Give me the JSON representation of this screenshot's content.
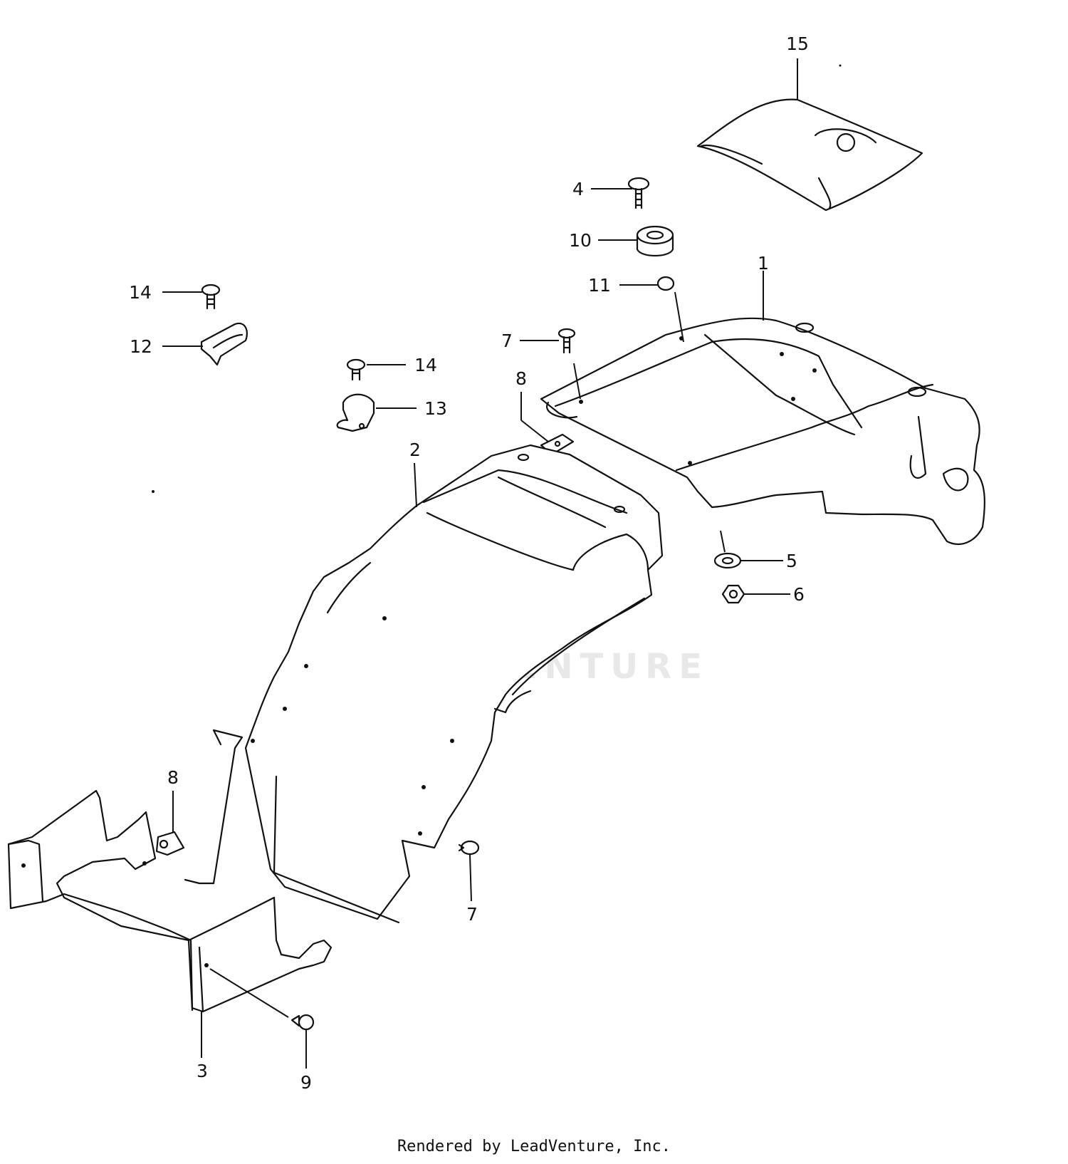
{
  "diagram": {
    "callouts": [
      {
        "id": "callout-15",
        "text": "15"
      },
      {
        "id": "callout-4",
        "text": "4"
      },
      {
        "id": "callout-10",
        "text": "10"
      },
      {
        "id": "callout-11",
        "text": "11"
      },
      {
        "id": "callout-1",
        "text": "1"
      },
      {
        "id": "callout-14-left",
        "text": "14"
      },
      {
        "id": "callout-12",
        "text": "12"
      },
      {
        "id": "callout-14-mid",
        "text": "14"
      },
      {
        "id": "callout-13",
        "text": "13"
      },
      {
        "id": "callout-7-top",
        "text": "7"
      },
      {
        "id": "callout-8-top",
        "text": "8"
      },
      {
        "id": "callout-2",
        "text": "2"
      },
      {
        "id": "callout-5",
        "text": "5"
      },
      {
        "id": "callout-6",
        "text": "6"
      },
      {
        "id": "callout-8-bottom",
        "text": "8"
      },
      {
        "id": "callout-7-bottom",
        "text": "7"
      },
      {
        "id": "callout-3",
        "text": "3"
      },
      {
        "id": "callout-9",
        "text": "9"
      }
    ]
  },
  "watermark": {
    "text": "LEADVENTURE"
  },
  "footer": {
    "text": "Rendered by LeadVenture, Inc."
  }
}
